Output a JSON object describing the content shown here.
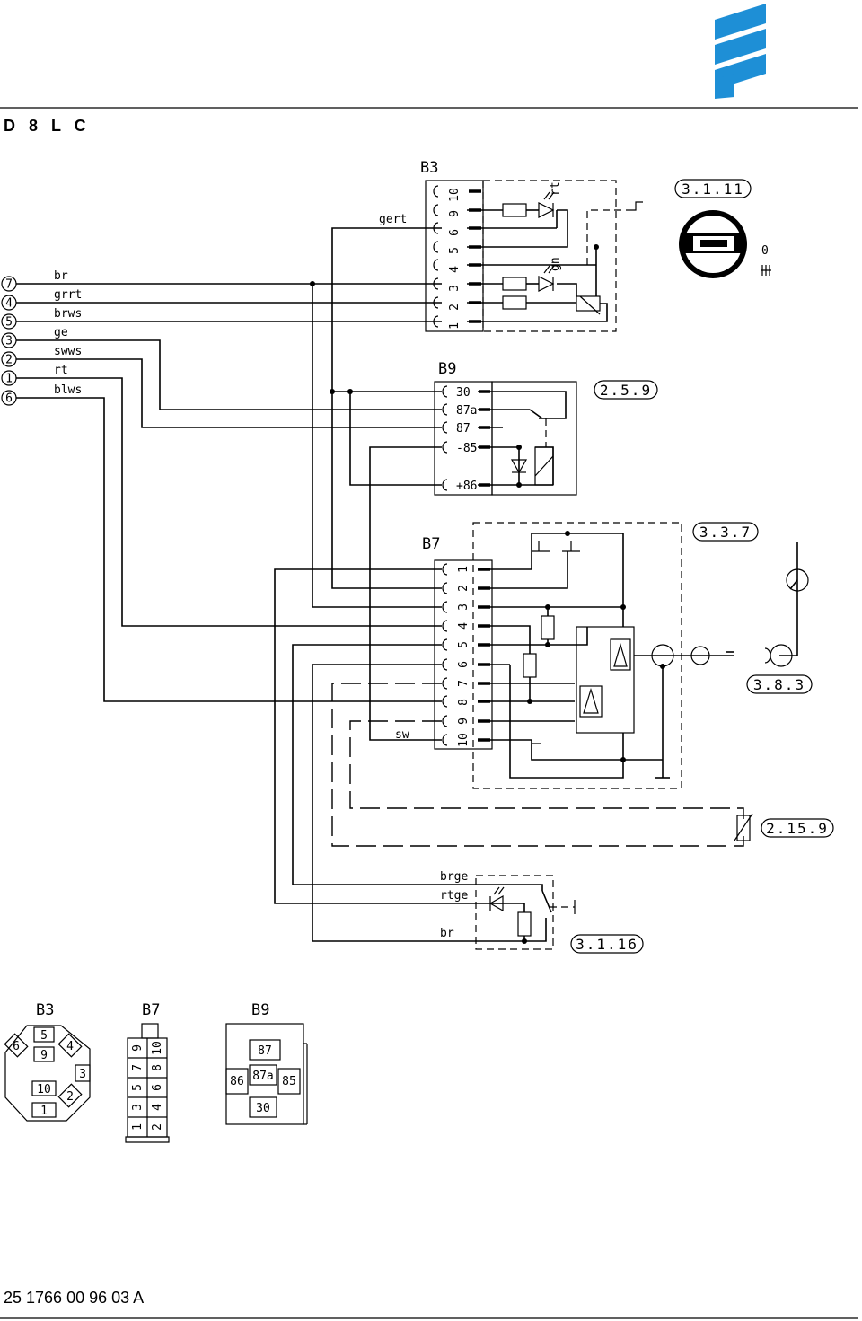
{
  "header": {
    "title": "D 8 L C"
  },
  "footer": {
    "doc_number": "25 1766 00 96 03 A"
  },
  "brand": {
    "logo_name": "eberspaecher-logo",
    "logo_color": "#1e8fd6"
  },
  "wires": [
    {
      "num": "7",
      "color_code": "br"
    },
    {
      "num": "4",
      "color_code": "grrt"
    },
    {
      "num": "5",
      "color_code": "brws"
    },
    {
      "num": "3",
      "color_code": "ge"
    },
    {
      "num": "2",
      "color_code": "swws"
    },
    {
      "num": "1",
      "color_code": "rt"
    },
    {
      "num": "6",
      "color_code": "blws"
    }
  ],
  "wire_labels": {
    "gert": "gert",
    "sw": "sw",
    "brge": "brge",
    "rtge": "rtge",
    "br": "br",
    "led_rt": "rt",
    "led_gn": "gn",
    "timer_0": "0"
  },
  "components": {
    "b3": {
      "name": "B3",
      "pins": [
        "10",
        "9",
        "6",
        "5",
        "4",
        "3",
        "2",
        "1"
      ]
    },
    "b9": {
      "name": "B9",
      "pins": [
        "30",
        "87a",
        "87",
        "-85",
        "+86"
      ]
    },
    "b7": {
      "name": "B7",
      "pins": [
        "1",
        "2",
        "3",
        "4",
        "5",
        "6",
        "7",
        "8",
        "9",
        "10"
      ]
    }
  },
  "refs": {
    "r1": "3.1.11",
    "r2": "2.5.9",
    "r3": "3.3.7",
    "r4": "3.8.3",
    "r5": "2.15.9",
    "r6": "3.1.16"
  },
  "connector_views": {
    "b3": {
      "title": "B3",
      "pins": [
        "5",
        "6",
        "4",
        "9",
        "3",
        "10",
        "2",
        "1"
      ]
    },
    "b7": {
      "title": "B7",
      "pins": [
        "9",
        "10",
        "7",
        "8",
        "5",
        "6",
        "3",
        "4",
        "1",
        "2"
      ]
    },
    "b9": {
      "title": "B9",
      "pins": [
        "87",
        "86",
        "87a",
        "85",
        "30"
      ]
    }
  }
}
